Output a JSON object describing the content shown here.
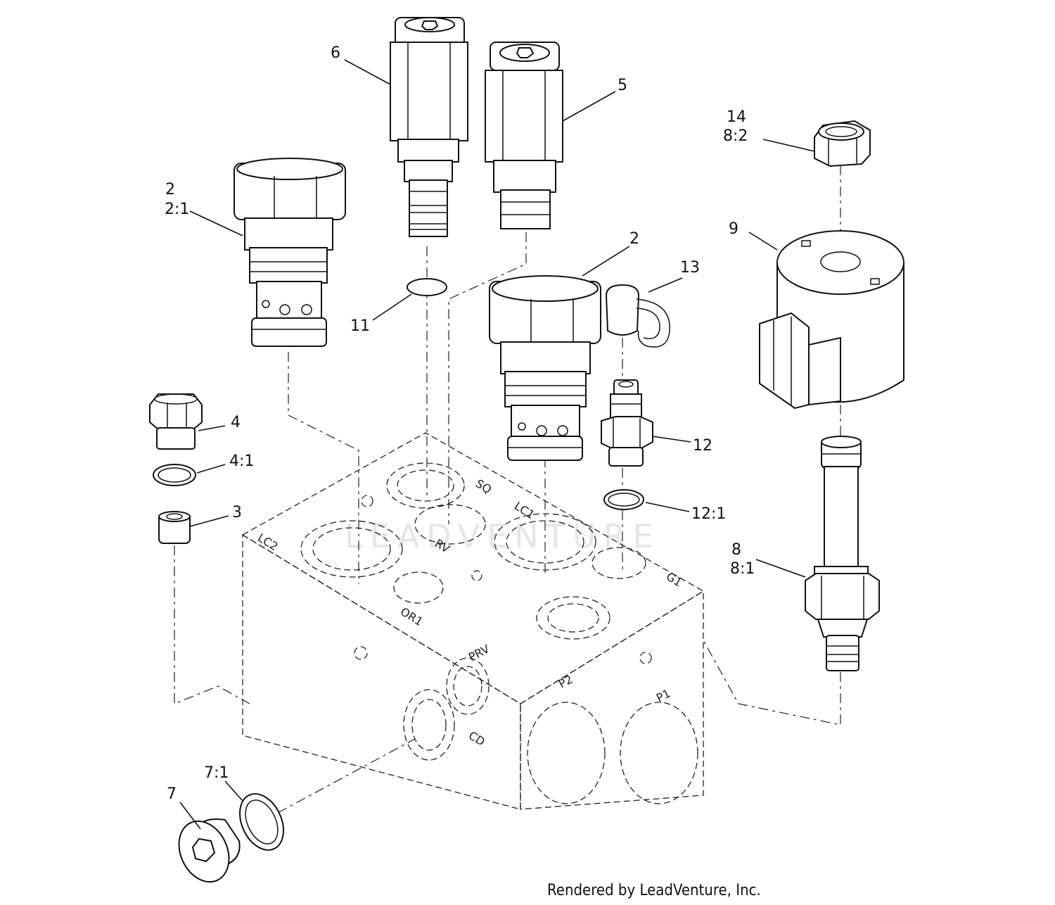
{
  "callouts": {
    "c6": "6",
    "c5": "5",
    "c14": "14",
    "c8_2": "8:2",
    "c2a": "2",
    "c2_1": "2:1",
    "c9": "9",
    "c2b": "2",
    "c13": "13",
    "c11": "11",
    "c4": "4",
    "c4_1": "4:1",
    "c12": "12",
    "c3": "3",
    "c12_1": "12:1",
    "c8": "8",
    "c8_1": "8:1",
    "c7_1": "7:1",
    "c7": "7"
  },
  "ports": {
    "sq": "SQ",
    "lc1": "LC1",
    "lc2": "LC2",
    "rv": "RV",
    "g1": "G1",
    "or1": "OR1",
    "prv": "PRV",
    "p2": "P2",
    "p1": "P1",
    "cd": "CD"
  },
  "watermark": "LEADVENTURE",
  "credit": "Rendered by LeadVenture, Inc."
}
